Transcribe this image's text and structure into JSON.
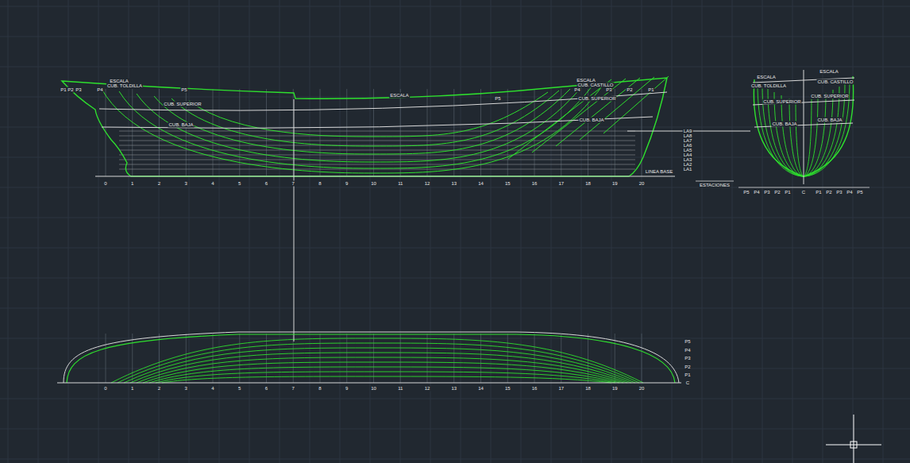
{
  "diagram": {
    "labels": [
      "ESCALA",
      "CUB. TOLDILLA",
      "P1",
      "P2",
      "P3",
      "P4",
      "P5",
      "CUB. SUPERIOR",
      "CUB. BAJA",
      "ESCALA",
      "P5",
      "ESCALA",
      "CUB. CASTILLO",
      "P4",
      "P3",
      "P2",
      "P1",
      "CUB. SUPERIOR",
      "CUB. BAJA",
      "LA9",
      "LA8",
      "LA7",
      "LA6",
      "LA5",
      "LA4",
      "LA3",
      "LA2",
      "LA1",
      "LINEA BASE",
      "0",
      "1",
      "2",
      "3",
      "4",
      "5",
      "6",
      "7",
      "8",
      "9",
      "10",
      "11",
      "12",
      "13",
      "14",
      "15",
      "16",
      "17",
      "18",
      "19",
      "20",
      "ESTACIONES",
      "ESCALA",
      "CUB. TOLDILLA",
      "ESCALA",
      "CUB. CASTILLO",
      "CUB. SUPERIOR",
      "CUB. SUPERIOR",
      "CUB. BAJA",
      "CUB. BAJA",
      "P5",
      "P4",
      "P3",
      "P2",
      "P1",
      "C",
      "P1",
      "P2",
      "P3",
      "P4",
      "P5",
      "P5",
      "P4",
      "P3",
      "P2",
      "P1",
      "C",
      "0",
      "1",
      "2",
      "3",
      "4",
      "5",
      "6",
      "7",
      "8",
      "9",
      "10",
      "11",
      "12",
      "13",
      "14",
      "15",
      "16",
      "17",
      "18",
      "19",
      "20"
    ]
  }
}
